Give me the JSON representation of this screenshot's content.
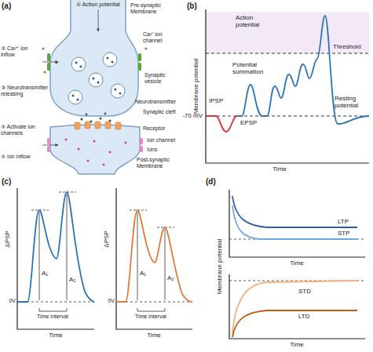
{
  "diagram": {
    "labels": [
      "(a)",
      "① Action potential",
      "Pre-synaptic Membrane",
      "Ca²⁺ ion channel",
      "② Ca²⁺ ion inflow",
      "Synaptic vesicle",
      "③ Neurotransmitter releasing",
      "Neurotransmitter",
      "Synaptic cleft",
      "Receptor",
      "④ Activate ion channels",
      "Ion channel",
      "Ions",
      "⑤ Ion inflow",
      "Post-synaptic Membrane",
      "(b)",
      "Membrane potential",
      "Time",
      "Action potential",
      "Threshold",
      "Potential summation",
      "Resting potential",
      "-70 mV",
      "IPSP",
      "EPSP",
      "(c)",
      "ΔPSP",
      "0V",
      "A₁",
      "A₂",
      "Time interval",
      "Time",
      "ΔPSP",
      "0V",
      "A₁",
      "A₂",
      "Time interval",
      "Time",
      "(d)",
      "LTP",
      "STP",
      "Membrane potential",
      "Time",
      "STD",
      "LTD",
      "Time"
    ]
  }
}
